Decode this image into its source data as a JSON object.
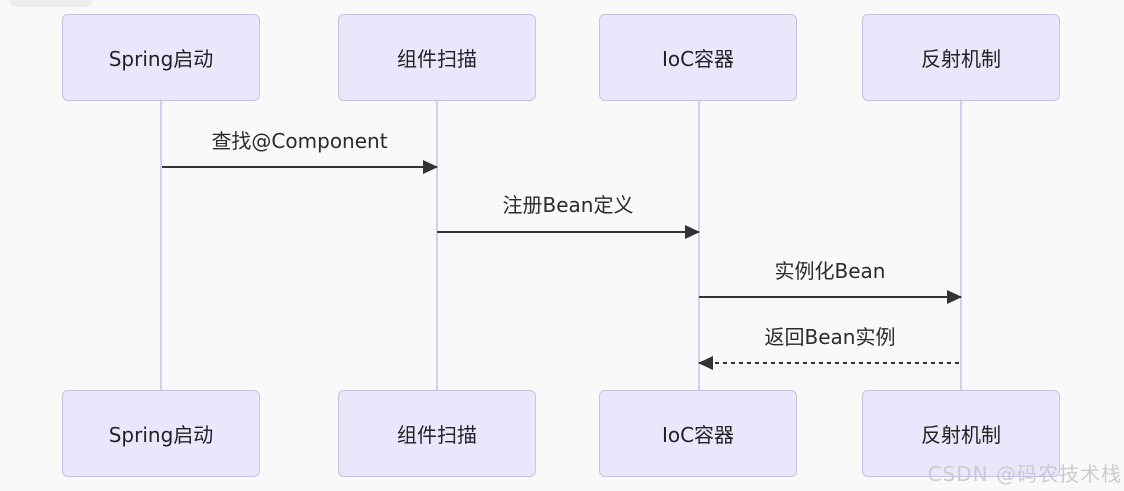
{
  "diagram": {
    "type": "sequence",
    "actors": [
      {
        "id": "spring-start",
        "label": "Spring启动"
      },
      {
        "id": "component-scan",
        "label": "组件扫描"
      },
      {
        "id": "ioc-container",
        "label": "IoC容器"
      },
      {
        "id": "reflection",
        "label": "反射机制"
      }
    ],
    "messages": [
      {
        "from": "Spring启动",
        "to": "组件扫描",
        "label": "查找@Component",
        "line": "solid",
        "direction": "right"
      },
      {
        "from": "组件扫描",
        "to": "IoC容器",
        "label": "注册Bean定义",
        "line": "solid",
        "direction": "right"
      },
      {
        "from": "IoC容器",
        "to": "反射机制",
        "label": "实例化Bean",
        "line": "solid",
        "direction": "right"
      },
      {
        "from": "反射机制",
        "to": "IoC容器",
        "label": "返回Bean实例",
        "line": "dashed",
        "direction": "left"
      }
    ]
  },
  "watermark": "CSDN @码农技术栈",
  "colors": {
    "background": "#f9f9f9",
    "box_fill": "#e9e7fb",
    "box_border": "#c9c0e6",
    "lifeline": "#d6cdf0",
    "arrow": "#333333",
    "text": "#222222",
    "watermark": "#c9c7cd"
  }
}
